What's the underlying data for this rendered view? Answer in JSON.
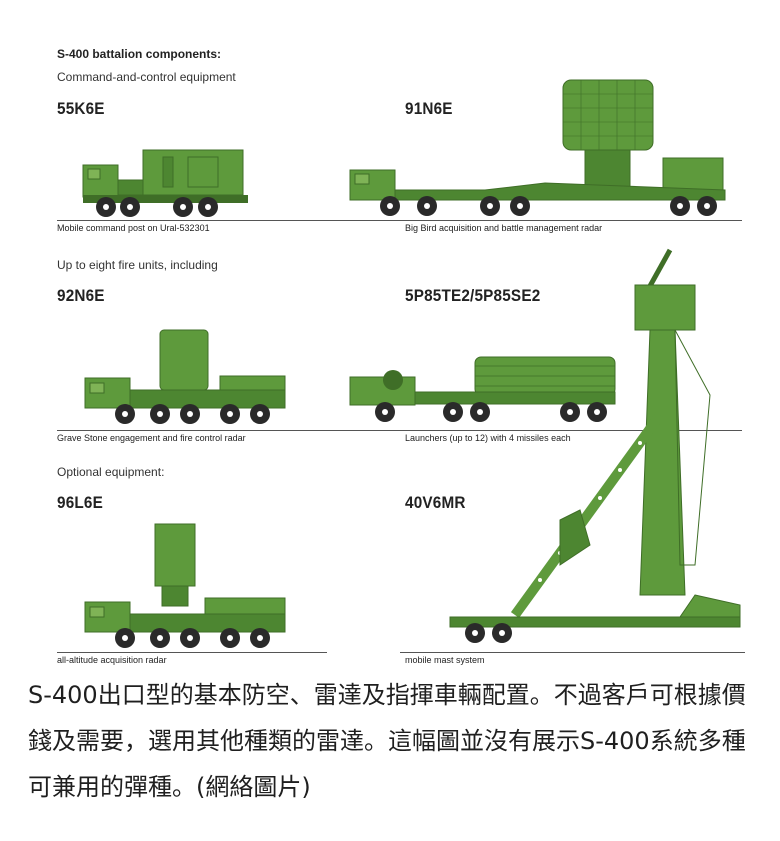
{
  "header": {
    "title": "S-400 battalion components:",
    "section_command": "Command-and-control equipment",
    "section_fire": "Up to eight fire units, including",
    "section_optional": "Optional equipment:"
  },
  "components": [
    {
      "model": "55K6E",
      "caption": "Mobile command post on Ural-532301"
    },
    {
      "model": "91N6E",
      "caption": "Big Bird acquisition and battle management radar"
    },
    {
      "model": "92N6E",
      "caption": "Grave Stone engagement and fire control radar"
    },
    {
      "model": "5P85TE2/5P85SE2",
      "caption": "Launchers (up to 12) with 4 missiles each"
    },
    {
      "model": "96L6E",
      "caption": "all-altitude acquisition radar"
    },
    {
      "model": "40V6MR",
      "caption": "mobile mast system"
    }
  ],
  "article_caption": "S-400出口型的基本防空、雷達及指揮車輛配置。不過客戶可根據價錢及需要，選用其他種類的雷達。這幅圖並沒有展示S-400系統多種可兼用的彈種。(網絡圖片)",
  "colors": {
    "vehicle_green": "#5e9a3c",
    "vehicle_dark": "#3f6e27",
    "vehicle_light": "#7fb356",
    "wheel": "#2a2a2a"
  }
}
